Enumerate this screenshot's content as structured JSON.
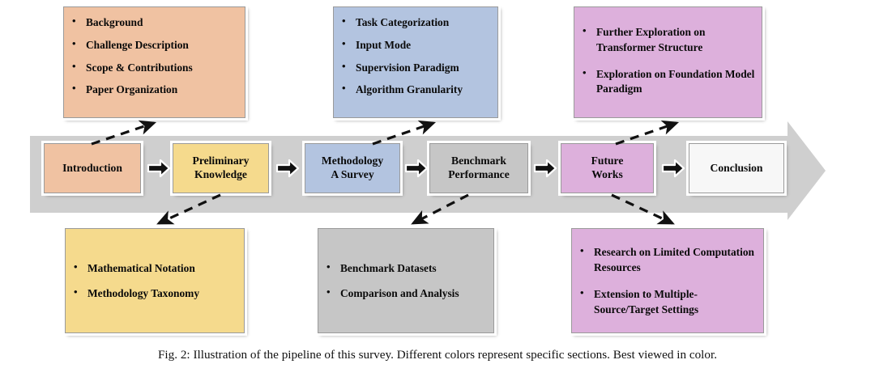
{
  "figure": {
    "caption": "Fig. 2: Illustration of the pipeline of this survey. Different colors represent specific sections. Best viewed in color.",
    "band_color": "#CFCFCF",
    "background": "#FFFFFF"
  },
  "palette": {
    "peach": "#F0C2A2",
    "blue": "#B3C4E0",
    "pink": "#DDB0DC",
    "yellow": "#F5DA8D",
    "gray": "#C6C6C6",
    "white": "#F7F7F7"
  },
  "pipeline": {
    "stages": [
      {
        "label": "Introduction",
        "color_name": "peach",
        "color": "#F0C2A2"
      },
      {
        "label": "Preliminary\nKnowledge",
        "line1": "Preliminary",
        "line2": "Knowledge",
        "color_name": "yellow",
        "color": "#F5DA8D"
      },
      {
        "label": "Methodology\nA Survey",
        "line1": "Methodology",
        "line2": "A Survey",
        "color_name": "blue",
        "color": "#B3C4E0"
      },
      {
        "label": "Benchmark\nPerformance",
        "line1": "Benchmark",
        "line2": "Performance",
        "color_name": "gray",
        "color": "#C6C6C6"
      },
      {
        "label": "Future\nWorks",
        "line1": "Future",
        "line2": "Works",
        "color_name": "pink",
        "color": "#DDB0DC"
      },
      {
        "label": "Conclusion",
        "line1": "Conclusion",
        "line2": "",
        "color_name": "white",
        "color": "#F7F7F7"
      }
    ],
    "connector_icon": "right-block-arrow-icon"
  },
  "detail_panels": {
    "introduction": {
      "position": "top",
      "color": "#F0C2A2",
      "bullet_char": "•",
      "items": [
        "Background",
        "Challenge Description",
        "Scope & Contributions",
        "Paper Organization"
      ]
    },
    "methodology": {
      "position": "top",
      "color": "#B3C4E0",
      "bullet_char": "•",
      "items": [
        "Task Categorization",
        "Input Mode",
        "Supervision Paradigm",
        "Algorithm Granularity"
      ]
    },
    "future_works_top": {
      "position": "top",
      "color": "#DDB0DC",
      "bullet_char": "•",
      "items": [
        "Further Exploration on Transformer Structure",
        "Exploration on Foundation Model Paradigm"
      ]
    },
    "preliminary": {
      "position": "bottom",
      "color": "#F5DA8D",
      "bullet_char": "•",
      "items": [
        "Mathematical Notation",
        "Methodology Taxonomy"
      ]
    },
    "benchmark": {
      "position": "bottom",
      "color": "#C6C6C6",
      "bullet_char": "•",
      "items": [
        "Benchmark Datasets",
        "Comparison and Analysis"
      ]
    },
    "future_works_bottom": {
      "position": "bottom",
      "color": "#DDB0DC",
      "bullet_char": "•",
      "items": [
        "Research on Limited Computation Resources",
        "Extension to Multiple-Source/Target Settings"
      ]
    }
  }
}
